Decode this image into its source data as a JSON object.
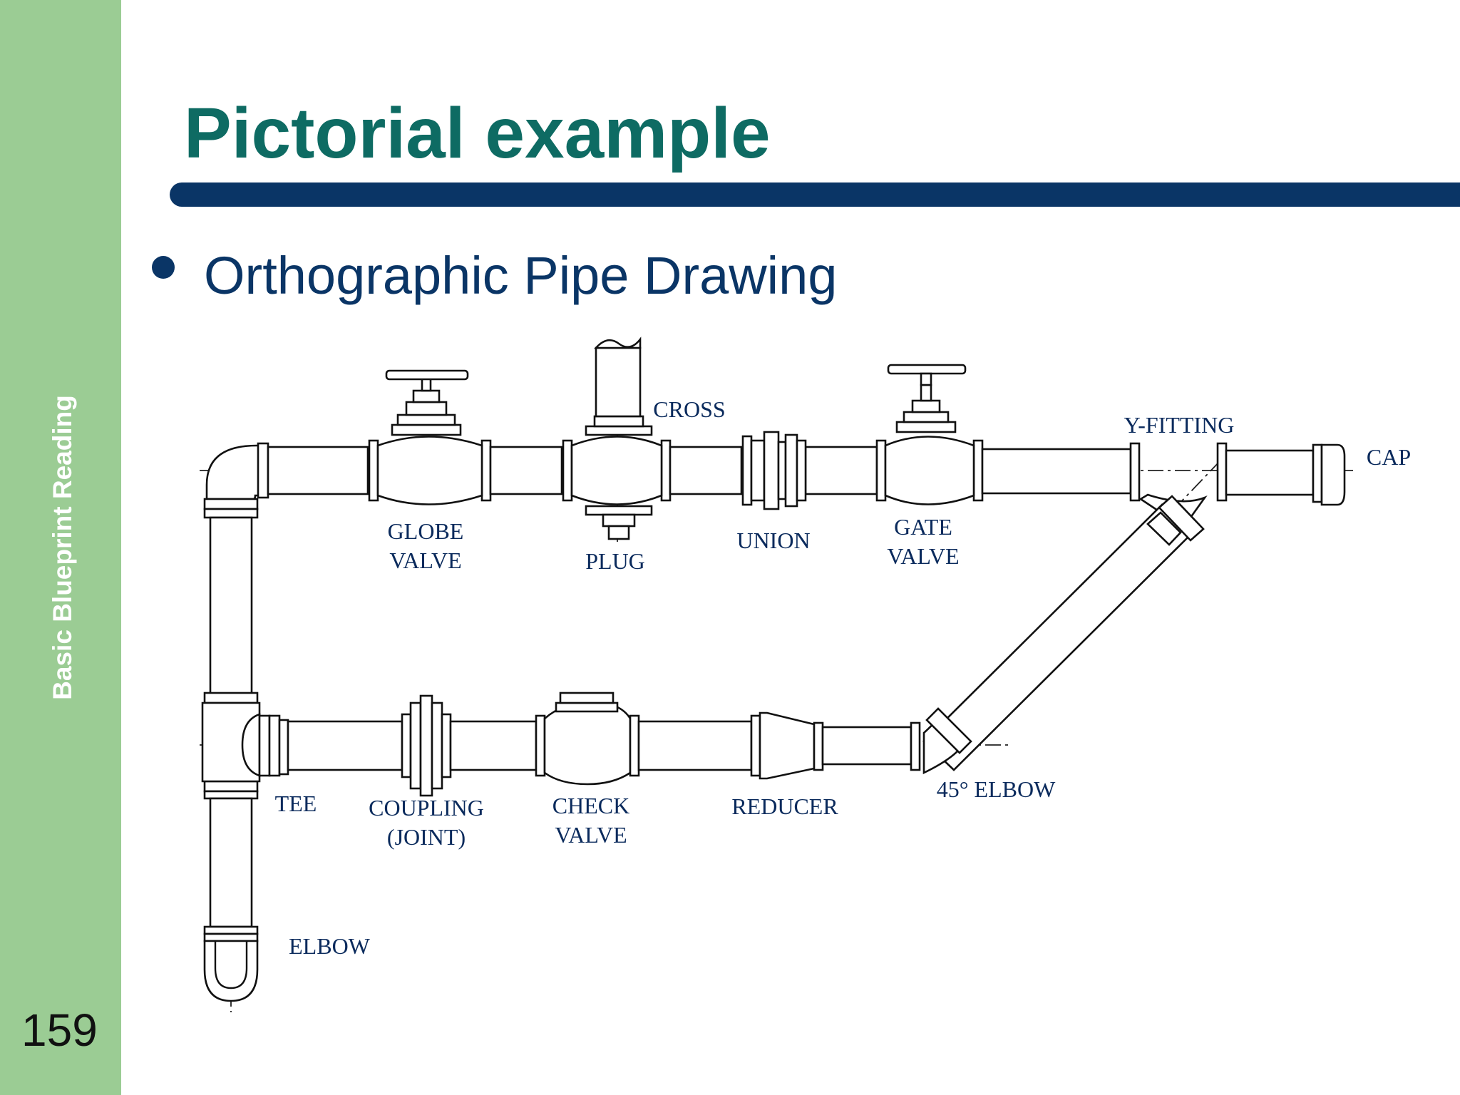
{
  "sidebar": {
    "title": "Basic Blueprint Reading",
    "page_number": "159"
  },
  "slide": {
    "title": "Pictorial example",
    "bullet": "Orthographic Pipe Drawing"
  },
  "diagram": {
    "labels": {
      "cross": "CROSS",
      "globe_valve_1": "GLOBE",
      "globe_valve_2": "VALVE",
      "plug": "PLUG",
      "union": "UNION",
      "gate_valve_1": "GATE",
      "gate_valve_2": "VALVE",
      "y_fitting": "Y-FITTING",
      "cap": "CAP",
      "tee": "TEE",
      "coupling_1": "COUPLING",
      "coupling_2": "(JOINT)",
      "check_valve_1": "CHECK",
      "check_valve_2": "VALVE",
      "reducer": "REDUCER",
      "elbow_45": "45° ELBOW",
      "elbow": "ELBOW"
    },
    "colors": {
      "label": "#0a2a5c",
      "line": "#111111"
    }
  }
}
